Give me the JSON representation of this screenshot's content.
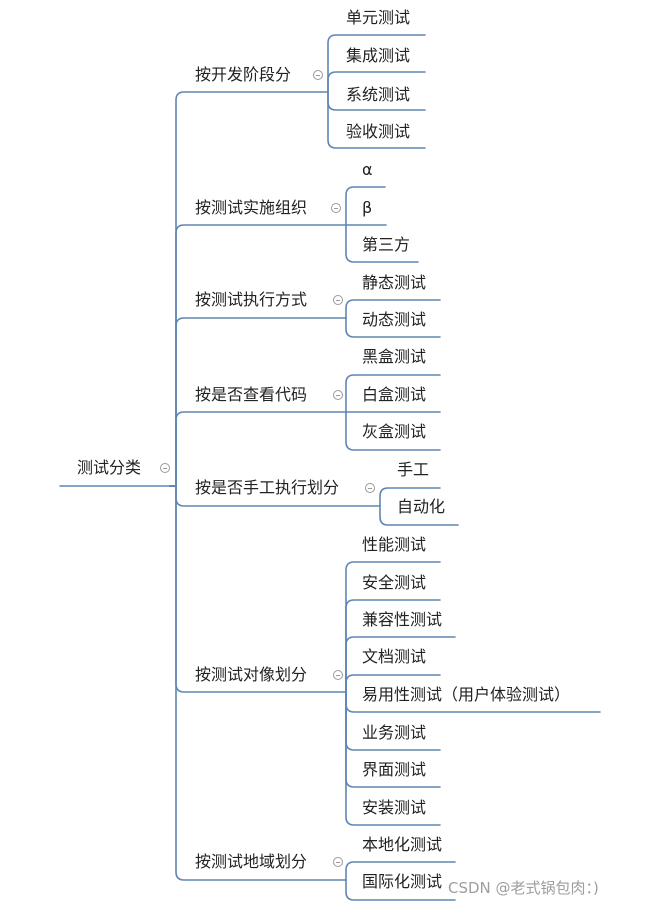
{
  "root": {
    "label": "测试分类",
    "branches": [
      {
        "label": "按开发阶段分",
        "children": [
          "单元测试",
          "集成测试",
          "系统测试",
          "验收测试"
        ]
      },
      {
        "label": "按测试实施组织",
        "children": [
          "α",
          "β",
          "第三方"
        ]
      },
      {
        "label": "按测试执行方式",
        "children": [
          "静态测试",
          "动态测试"
        ]
      },
      {
        "label": "按是否查看代码",
        "children": [
          "黑盒测试",
          "白盒测试",
          "灰盒测试"
        ]
      },
      {
        "label": "按是否手工执行划分",
        "children": [
          "手工",
          "自动化"
        ]
      },
      {
        "label": "按测试对像划分",
        "children": [
          "性能测试",
          "安全测试",
          "兼容性测试",
          "文档测试",
          "易用性测试（用户体验测试）",
          "业务测试",
          "界面测试",
          "安装测试"
        ]
      },
      {
        "label": "按测试地域划分",
        "children": [
          "本地化测试",
          "国际化测试"
        ]
      }
    ]
  },
  "watermark": "CSDN @老式锅包肉：)",
  "icons": {
    "collapse": "collapse-minus-icon"
  },
  "colors": {
    "connector": "#5f86b3",
    "text": "#222222",
    "icon": "#9a9a9a",
    "watermark": "#9e9e9e",
    "background": "#ffffff"
  }
}
